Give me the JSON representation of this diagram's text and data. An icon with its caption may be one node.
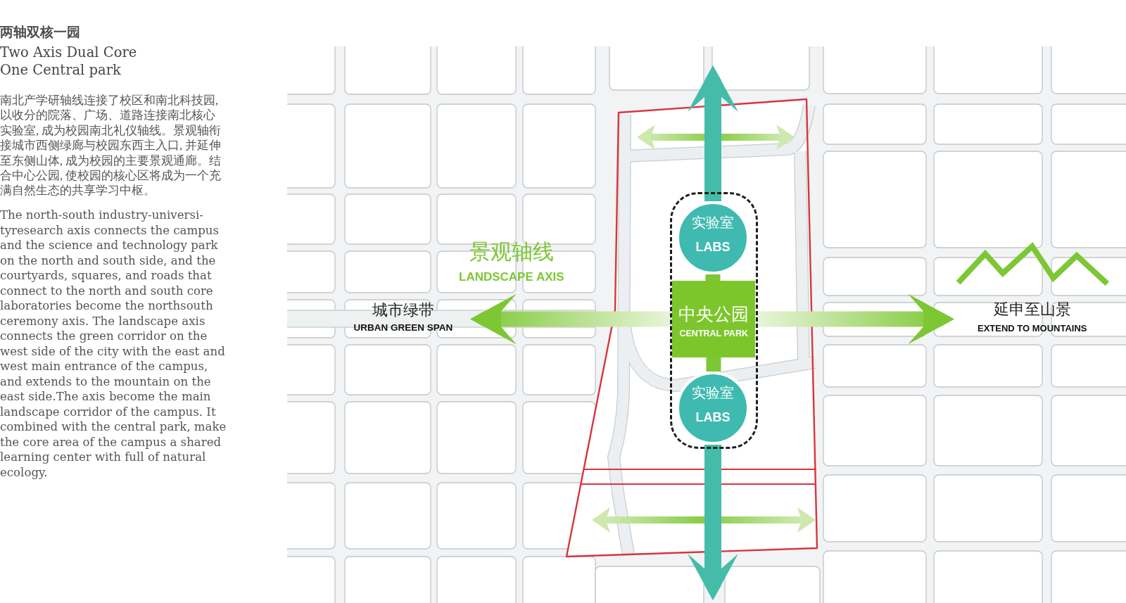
{
  "diagram": {
    "title": "两轴双核一园",
    "nodes": [
      {
        "text": [],
        "shape": "box"
      },
      {
        "text": [
          "实验室",
          "LABS"
        ],
        "in": 0
      },
      {
        "text": [
          "中央公园",
          "CENTRAL PARK"
        ],
        "in": 0
      },
      {
        "text": [
          "实验室",
          "LABS"
        ],
        "in": 0
      },
      {
        "text": [
          "城市绿带",
          "URBAN GREEN SPAN"
        ]
      },
      {
        "text": [
          "延申至山景",
          "EXTEND TO MOUNTAINS"
        ]
      }
    ],
    "edges": [
      {
        "from": 1,
        "to": null,
        "arrow": "to",
        "color": "#45bcaa"
      },
      {
        "from": 1,
        "to": 2,
        "arrow": "none",
        "color": "#7dc734"
      },
      {
        "from": 2,
        "to": 3,
        "arrow": "none",
        "color": "#7dc734"
      },
      {
        "from": 3,
        "to": null,
        "arrow": "to",
        "color": "#45bcaa"
      },
      {
        "from": 2,
        "to": 4,
        "arrow": "to"
      },
      {
        "from": 2,
        "to": 5,
        "arrow": "to"
      }
    ],
    "labels": [
      "Two Axis Dual Core One Central park",
      "南北产学研轴线连接了校区和南北科技园, 以收分的院落、广场、道路连接南北核心实验室, 成为校园南北礼仪轴线。景观轴衔接城市西侧绿廊与校园东西主入口, 并延伸至东侧山体, 成为校园的主要景观通廊。结合中心公园, 使校园的核心区将成为一个充满自然生态的共享学习中枢。",
      "The north-south industry-universi- tyresearch axis connects the campus and the science and technology park on the north and south side, and the courtyards, squares, and roads that connect to the north and south core laboratories become the northsouth ceremony axis. The landscape axis connects the green corridor on the west side of the city with the east and west main entrance of the campus, and extends to the mountain on the east side.The axis become the main landscape corridor of the campus. It combined with the central park, make the core area of the campus a shared learning center with full of natural ecology.",
      "景观轴线",
      "LANDSCAPE AXIS"
    ]
  }
}
